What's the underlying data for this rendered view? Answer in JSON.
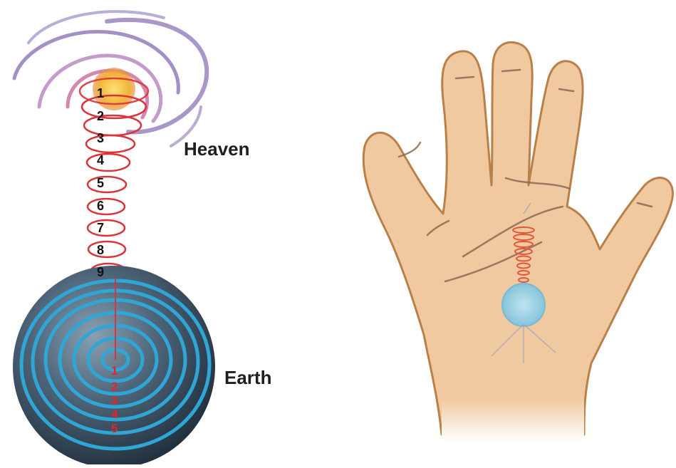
{
  "heaven": {
    "label": "Heaven",
    "levels": [
      "1",
      "2",
      "3",
      "4",
      "5",
      "6",
      "7",
      "8",
      "9"
    ]
  },
  "earth": {
    "label": "Earth",
    "levels": [
      "1",
      "2",
      "3",
      "4",
      "5"
    ]
  },
  "colors": {
    "coil": "#d9343a",
    "heaven_spiral": "#8c74b8",
    "heaven_core": "#f2c23c",
    "earth_spiral": "#2fa6d6",
    "earth_globe": "#3a4e62",
    "skin": "#f0c9a0",
    "skin_outline": "#b9804a",
    "palm_coil": "#e2563a",
    "palm_ball": "#8fcde0",
    "earth_numbers": "#e3242b"
  }
}
